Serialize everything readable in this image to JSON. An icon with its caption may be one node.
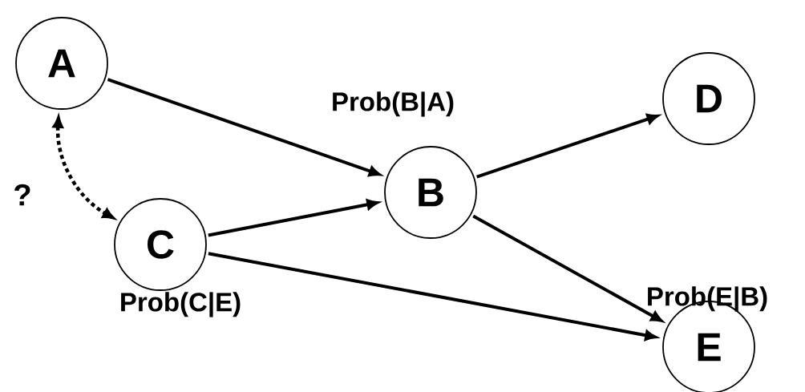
{
  "diagram": {
    "nodes": [
      {
        "text": [
          "A"
        ]
      },
      {
        "text": [
          "B"
        ],
        "beside": [
          "Prob(B|A)"
        ]
      },
      {
        "text": [
          "C"
        ],
        "beside": [
          "Prob(C|E)"
        ]
      },
      {
        "text": [
          "D"
        ]
      },
      {
        "text": [
          "E"
        ],
        "beside": [
          "Prob(E|B)"
        ]
      }
    ],
    "edges": [
      {
        "from": 0,
        "to": 1,
        "arrow": "to"
      },
      {
        "from": 2,
        "to": 1,
        "arrow": "to"
      },
      {
        "from": 1,
        "to": 3,
        "arrow": "to"
      },
      {
        "from": 1,
        "to": 4,
        "arrow": "to"
      },
      {
        "from": 2,
        "to": 4,
        "arrow": "to"
      },
      {
        "from": 0,
        "to": 2,
        "arrow": "both",
        "style": "dashed",
        "label": "?"
      }
    ]
  }
}
